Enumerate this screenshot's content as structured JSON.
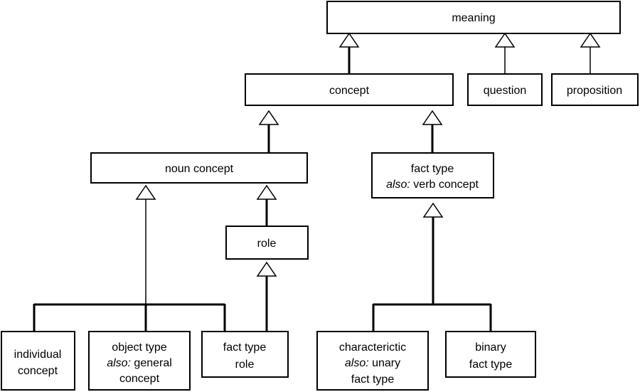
{
  "diagram": {
    "meaning": "meaning",
    "concept": "concept",
    "question": "question",
    "proposition": "proposition",
    "noun_concept": "noun concept",
    "fact_type": {
      "line1": "fact type",
      "also": "also:",
      "line2_rest": " verb concept"
    },
    "role": "role",
    "individual_concept": {
      "line1": "individual",
      "line2": "concept"
    },
    "object_type": {
      "line1": "object type",
      "also": "also:",
      "line2_rest": " general",
      "line3": "concept"
    },
    "fact_type_role": {
      "line1": "fact type",
      "line2": "role"
    },
    "characteristic": {
      "line1": "characterictic",
      "also": "also:",
      "line2_rest": " unary",
      "line3": "fact type"
    },
    "binary_fact_type": {
      "line1": "binary",
      "line2": "fact type"
    }
  }
}
